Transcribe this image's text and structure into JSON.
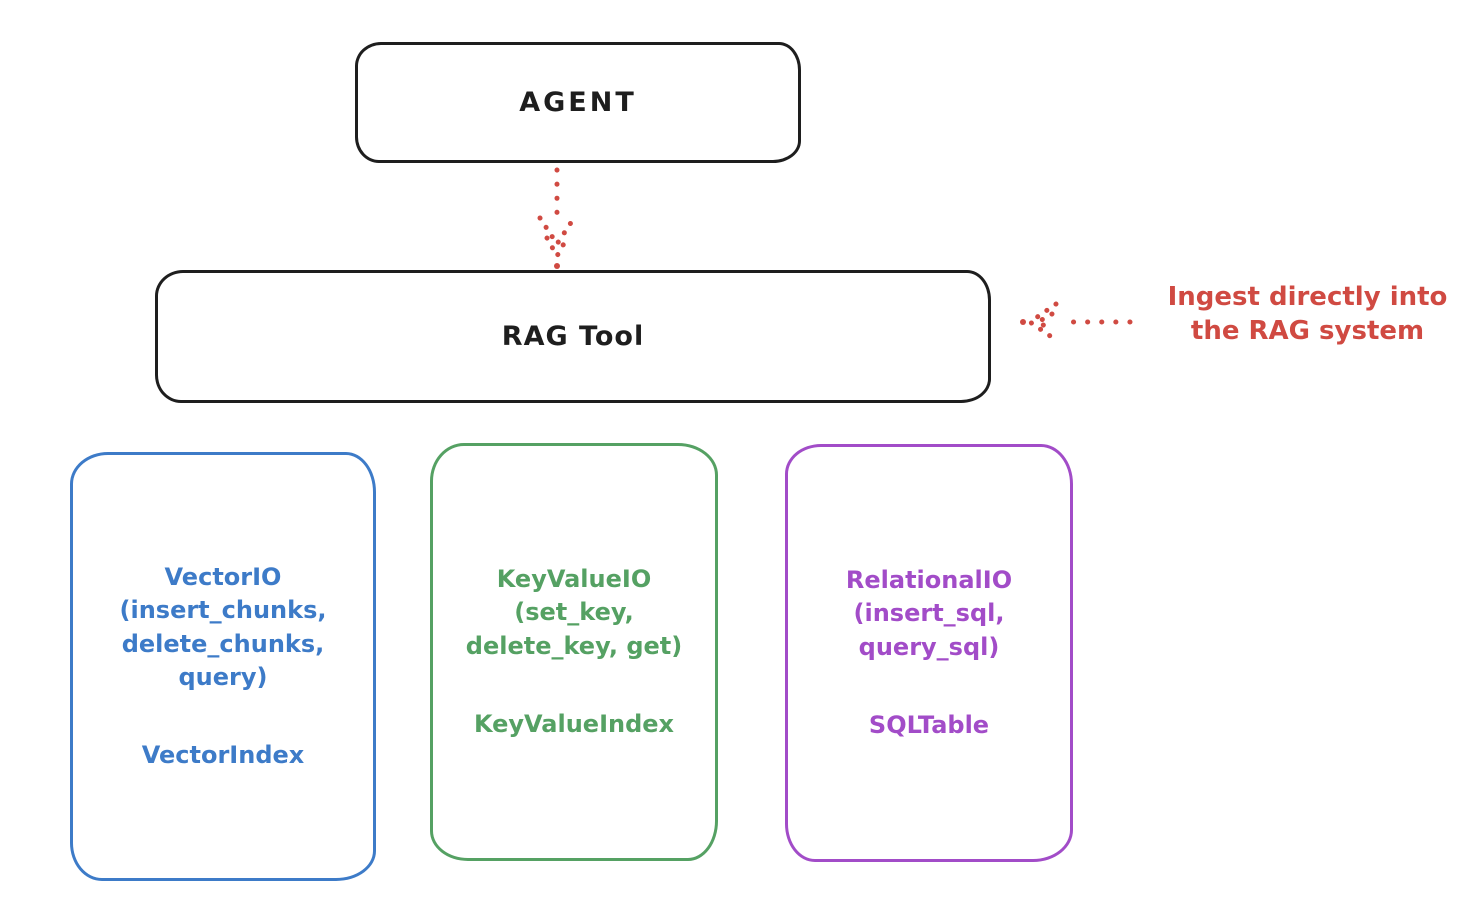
{
  "colors": {
    "ink": "#1e1e1e",
    "red": "#d04a42",
    "blue": "#3d7bc8",
    "green": "#55a163",
    "purple": "#a24cc8",
    "bg": "#ffffff"
  },
  "agent": {
    "label": "AGENT"
  },
  "rag": {
    "label": "RAG Tool"
  },
  "annotation": {
    "text": "Ingest directly into\nthe RAG system"
  },
  "stores": [
    {
      "name": "vector-io",
      "color": "#3d7bc8",
      "body": "VectorIO\n(insert_chunks,\ndelete_chunks,\nquery)",
      "index": "VectorIndex"
    },
    {
      "name": "keyvalue-io",
      "color": "#55a163",
      "body": "KeyValueIO\n(set_key,\ndelete_key, get)",
      "index": "KeyValueIndex"
    },
    {
      "name": "relational-io",
      "color": "#a24cc8",
      "body": "RelationalIO\n(insert_sql,\nquery_sql)",
      "index": "SQLTable"
    }
  ]
}
